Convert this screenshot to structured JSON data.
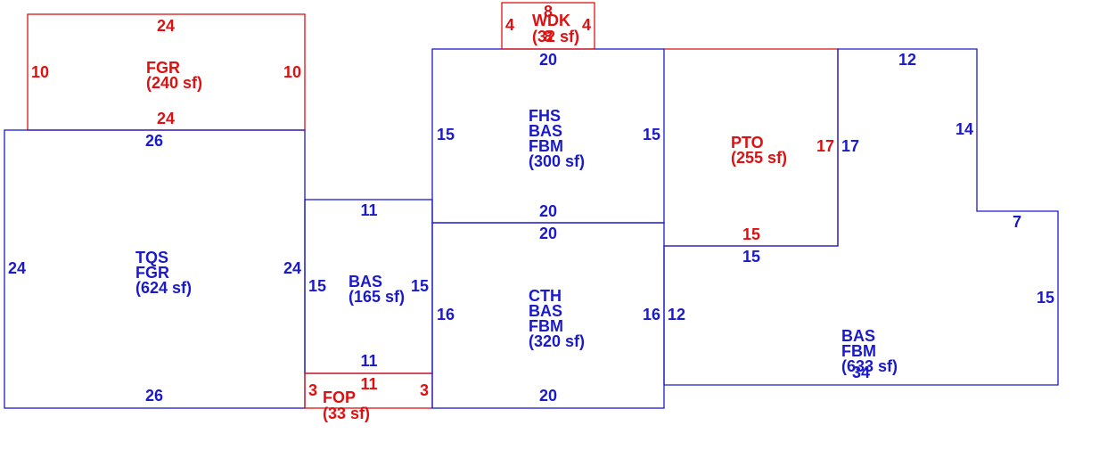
{
  "colors": {
    "living": "#1a1acc",
    "non_living": "#dd1111"
  },
  "areas": {
    "fgr_top": {
      "codes": [
        "FGR"
      ],
      "area": "(240 sf)",
      "kind": "non_living"
    },
    "tqs": {
      "codes": [
        "TQS",
        "FGR"
      ],
      "area": "(624 sf)",
      "kind": "living"
    },
    "bas_mid": {
      "codes": [
        "BAS"
      ],
      "area": "(165 sf)",
      "kind": "living"
    },
    "fop": {
      "codes": [
        "FOP"
      ],
      "area": "(33 sf)",
      "kind": "non_living"
    },
    "fhs": {
      "codes": [
        "FHS",
        "BAS",
        "FBM"
      ],
      "area": "(300 sf)",
      "kind": "living"
    },
    "cth": {
      "codes": [
        "CTH",
        "BAS",
        "FBM"
      ],
      "area": "(320 sf)",
      "kind": "living"
    },
    "wdk": {
      "codes": [
        "WDK"
      ],
      "area": "(32 sf)",
      "kind": "non_living"
    },
    "pto": {
      "codes": [
        "PTO"
      ],
      "area": "(255 sf)",
      "kind": "non_living"
    },
    "bas_right": {
      "codes": [
        "BAS",
        "FBM"
      ],
      "area": "(633 sf)",
      "kind": "living"
    }
  },
  "dimensions": {
    "fgr_top": {
      "top": "24",
      "bottom": "24",
      "left": "10",
      "right": "10"
    },
    "tqs": {
      "top": "26",
      "bottom": "26",
      "left": "24",
      "right": "24"
    },
    "bas_mid": {
      "top": "11",
      "bottom": "11",
      "left": "15",
      "right": "15"
    },
    "fop": {
      "top": "11",
      "left": "3",
      "right": "3"
    },
    "fhs": {
      "top": "20",
      "bottom": "20",
      "left": "15",
      "right": "15"
    },
    "cth": {
      "top": "20",
      "bottom": "20",
      "left": "16",
      "right": "16"
    },
    "wdk": {
      "top": "8",
      "bottom": "8",
      "left": "4",
      "right": "4"
    },
    "pto": {
      "bottom": "15",
      "right": "17"
    },
    "bas_right": {
      "top": "12",
      "upper_right": "14",
      "step": "7",
      "right": "15",
      "bottom": "34",
      "left": "12",
      "inner_top": "15",
      "inner_right": "17"
    }
  }
}
